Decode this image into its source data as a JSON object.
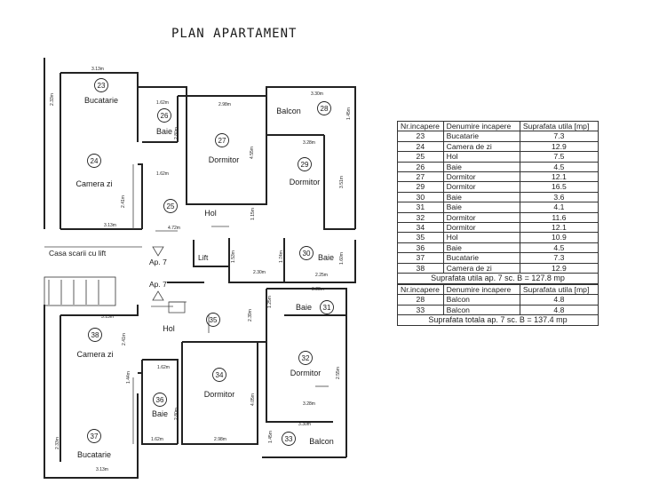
{
  "title": "PLAN APARTAMENT",
  "plan": {
    "rooms": [
      {
        "num": "23",
        "name": "Bucatarie"
      },
      {
        "num": "24",
        "name": "Camera zi"
      },
      {
        "num": "25",
        "name": "Hol"
      },
      {
        "num": "26",
        "name": "Baie"
      },
      {
        "num": "27",
        "name": "Dormitor"
      },
      {
        "num": "28",
        "name": "Balcon"
      },
      {
        "num": "29",
        "name": "Dormitor"
      },
      {
        "num": "30",
        "name": "Baie"
      },
      {
        "num": "31",
        "name": "Baie"
      },
      {
        "num": "32",
        "name": "Dormitor"
      },
      {
        "num": "33",
        "name": "Balcon"
      },
      {
        "num": "34",
        "name": "Dormitor"
      },
      {
        "num": "35",
        "name": "Hol"
      },
      {
        "num": "36",
        "name": "Baie"
      },
      {
        "num": "37",
        "name": "Bucatarie"
      },
      {
        "num": "38",
        "name": "Camera zi"
      }
    ],
    "labels": {
      "stair": "Casa scarii cu lift",
      "lift": "Lift",
      "ap_top": "Ap. 7",
      "ap_bottom": "Ap. 7"
    },
    "dims": [
      "3.13m",
      "2.33m",
      "1.62m",
      "2.98m",
      "2.80m",
      "3.30m",
      "1.45m",
      "3.28m",
      "4.55m",
      "1.62m",
      "3.51m",
      "2.41m",
      "3.13m",
      "1.15m",
      "4.72m",
      "1.53m",
      "2.30m",
      "1.74m",
      "1.60m",
      "2.25m",
      "3.28m",
      "1.25m",
      "2.39m",
      "3.13m",
      "2.41m",
      "1.44m",
      "1.62m",
      "2.55m",
      "3.28m",
      "4.05m",
      "2.80m",
      "1.62m",
      "2.98m",
      "3.30m",
      "1.45m",
      "2.33m",
      "3.13m"
    ]
  },
  "table1": {
    "headers": [
      "Nr.incapere",
      "Denumire incapere",
      "Suprafata utila [mp]"
    ],
    "rows": [
      [
        "23",
        "Bucatarie",
        "7.3"
      ],
      [
        "24",
        "Camera de zi",
        "12.9"
      ],
      [
        "25",
        "Hol",
        "7.5"
      ],
      [
        "26",
        "Baie",
        "4.5"
      ],
      [
        "27",
        "Dormitor",
        "12.1"
      ],
      [
        "29",
        "Dormitor",
        "16.5"
      ],
      [
        "30",
        "Baie",
        "3.6"
      ],
      [
        "31",
        "Baie",
        "4.1"
      ],
      [
        "32",
        "Dormitor",
        "11.6"
      ],
      [
        "34",
        "Dormitor",
        "12.1"
      ],
      [
        "35",
        "Hol",
        "10.9"
      ],
      [
        "36",
        "Baie",
        "4.5"
      ],
      [
        "37",
        "Bucatarie",
        "7.3"
      ],
      [
        "38",
        "Camera de zi",
        "12.9"
      ]
    ],
    "total": "Suprafata utila ap. 7 sc. B = 127.8 mp"
  },
  "table2": {
    "headers": [
      "Nr.incapere",
      "Denumire incapere",
      "Suprafata utila [mp]"
    ],
    "rows": [
      [
        "28",
        "Balcon",
        "4.8"
      ],
      [
        "33",
        "Balcon",
        "4.8"
      ]
    ],
    "total": "Suprafata totala ap. 7 sc. B = 137.4 mp"
  }
}
